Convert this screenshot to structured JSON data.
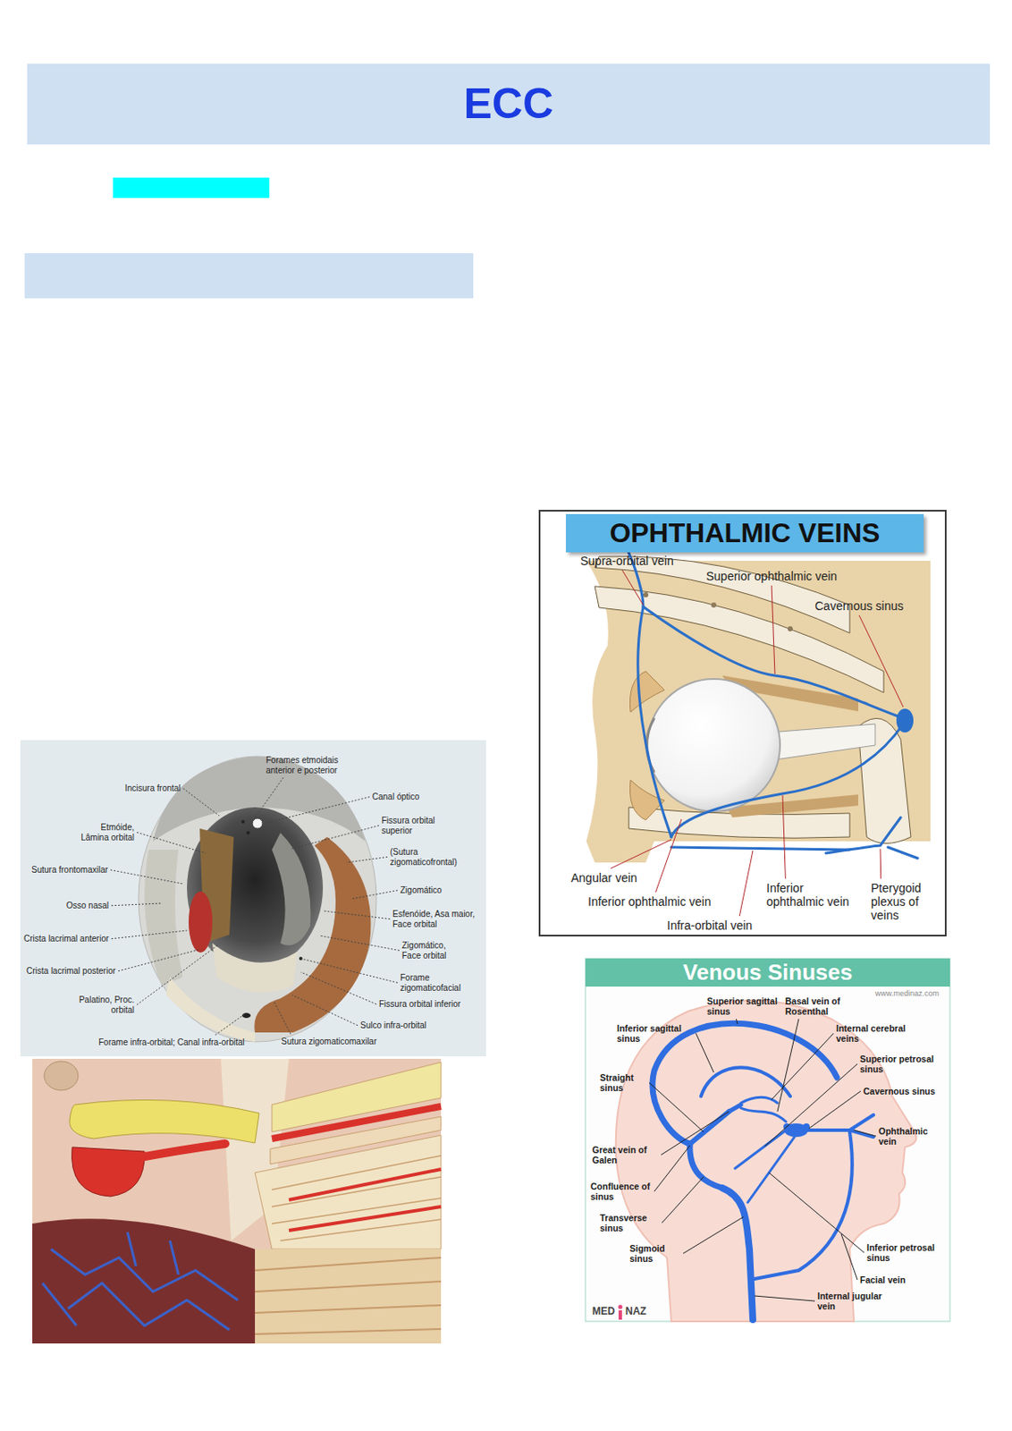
{
  "diagram": {
    "title": "ECC",
    "nodes": [
      {
        "text": [
          "OPHTHALMIC VEINS"
        ]
      },
      {
        "text": [
          "Venous Sinuses"
        ]
      }
    ],
    "labels": [
      "Forames etmoidais anterior e posterior",
      "Incisura frontal",
      "Canal óptico",
      "Etmóide, Lâmina orbital",
      "Fissura orbital superior",
      "(Sutura zigomaticofrontal)",
      "Sutura frontomaxilar",
      "Zigomático",
      "Osso nasal",
      "Esfenóide, Asa maior, Face orbital",
      "Crista lacrimal anterior",
      "Zigomático, Face orbital",
      "Crista lacrimal posterior",
      "Forame zigomaticofacial",
      "Palatino, Proc. orbital",
      "Fissura orbital inferior",
      "Sulco infra-orbital",
      "Forame infra-orbital; Canal infra-orbital",
      "Sutura zigomaticomaxilar",
      "Supra-orbital vein",
      "Superior ophthalmic vein",
      "Cavernous sinus",
      "Angular vein",
      "Inferior ophthalmic vein",
      "Inferior ophthalmic vein",
      "Infra-orbital vein",
      "Pterygoid plexus of veins",
      "www.medinaz.com",
      "Superior sagittal sinus",
      "Basal vein of Rosenthal",
      "Inferior sagittal sinus",
      "Internal cerebral veins",
      "Superior petrosal sinus",
      "Straight sinus",
      "Cavernous sinus",
      "Ophthalmic vein",
      "Great vein of Galen",
      "Confluence of sinus",
      "Transverse sinus",
      "Sigmoid sinus",
      "Inferior petrosal sinus",
      "Facial vein",
      "Internal jugular vein",
      "MED",
      "NAZ"
    ]
  }
}
